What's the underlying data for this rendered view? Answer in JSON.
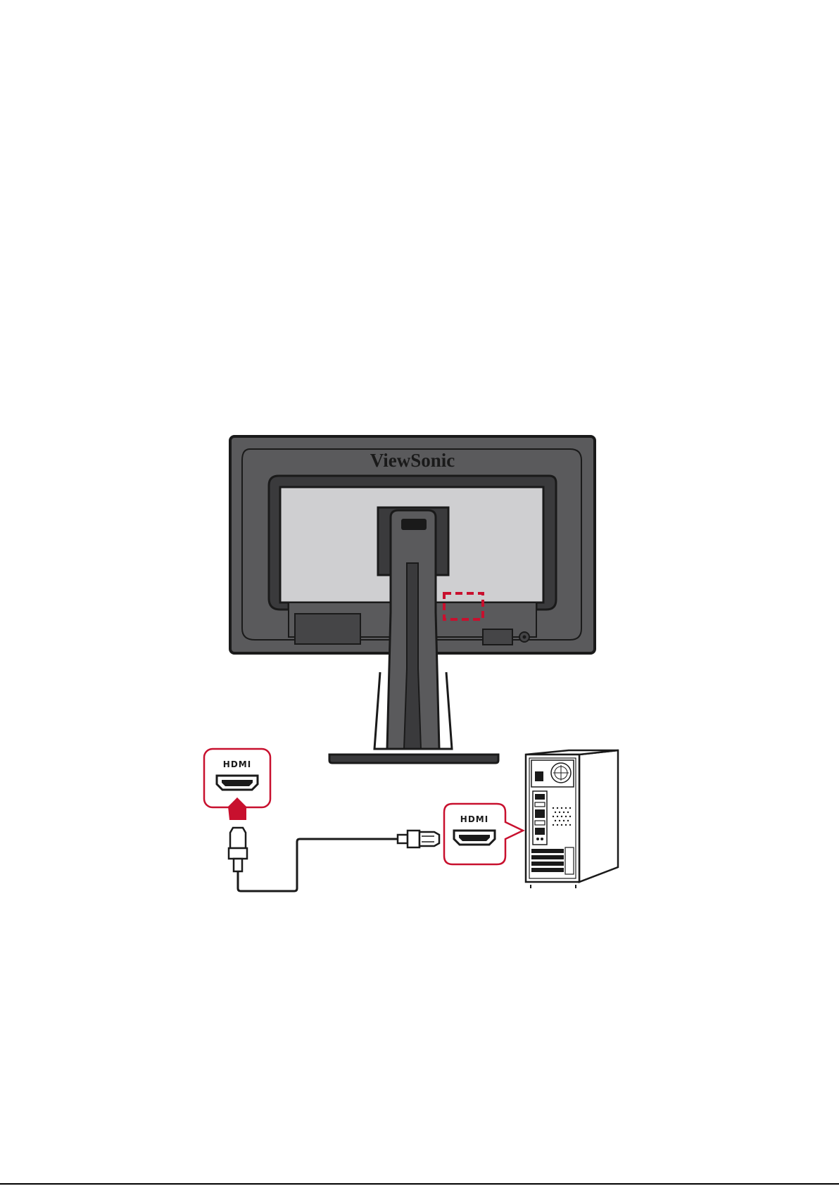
{
  "monitor": {
    "brand": "ViewSonic"
  },
  "labels": {
    "monitor_port": "HDMI",
    "pc_port": "HDMI"
  },
  "icons": {
    "monitor_port_callout": "hdmi-port-icon",
    "pc_port_callout": "hdmi-port-icon",
    "connect_arrow": "arrow-up-icon",
    "computer": "desktop-tower-icon",
    "cable": "hdmi-cable-icon"
  },
  "colors": {
    "accent": "#c8102e",
    "monitor_body": "#5a5a5c",
    "monitor_panel": "#cfcfd1",
    "outline": "#1a1a1a"
  }
}
